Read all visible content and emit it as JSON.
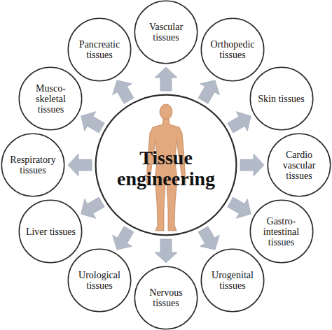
{
  "diagram": {
    "nodes": [
      {
        "text": [
          "Tissue engineering"
        ]
      },
      {
        "text": [
          "Vascular tissues"
        ]
      },
      {
        "text": [
          "Orthopedic tissues"
        ]
      },
      {
        "text": [
          "Skin tissues"
        ]
      },
      {
        "text": [
          "Cardio vascular tissues"
        ]
      },
      {
        "text": [
          "Gastro-intestinal tissues"
        ]
      },
      {
        "text": [
          "Urogenital tissues"
        ]
      },
      {
        "text": [
          "Nervous tissues"
        ]
      },
      {
        "text": [
          "Urological tissues"
        ]
      },
      {
        "text": [
          "Liver tissues"
        ]
      },
      {
        "text": [
          "Respiratory tissues"
        ]
      },
      {
        "text": [
          "Musco-skeletal tissues"
        ]
      },
      {
        "text": [
          "Pancreatic tissues"
        ]
      }
    ],
    "edges": [
      {
        "from": 0,
        "to": 1,
        "arrow": "to"
      },
      {
        "from": 0,
        "to": 2,
        "arrow": "to"
      },
      {
        "from": 0,
        "to": 3,
        "arrow": "to"
      },
      {
        "from": 0,
        "to": 4,
        "arrow": "to"
      },
      {
        "from": 0,
        "to": 5,
        "arrow": "to"
      },
      {
        "from": 0,
        "to": 6,
        "arrow": "to"
      },
      {
        "from": 0,
        "to": 7,
        "arrow": "to"
      },
      {
        "from": 0,
        "to": 8,
        "arrow": "to"
      },
      {
        "from": 0,
        "to": 9,
        "arrow": "to"
      },
      {
        "from": 0,
        "to": 10,
        "arrow": "to"
      },
      {
        "from": 0,
        "to": 11,
        "arrow": "to"
      },
      {
        "from": 0,
        "to": 12,
        "arrow": "to"
      }
    ]
  }
}
